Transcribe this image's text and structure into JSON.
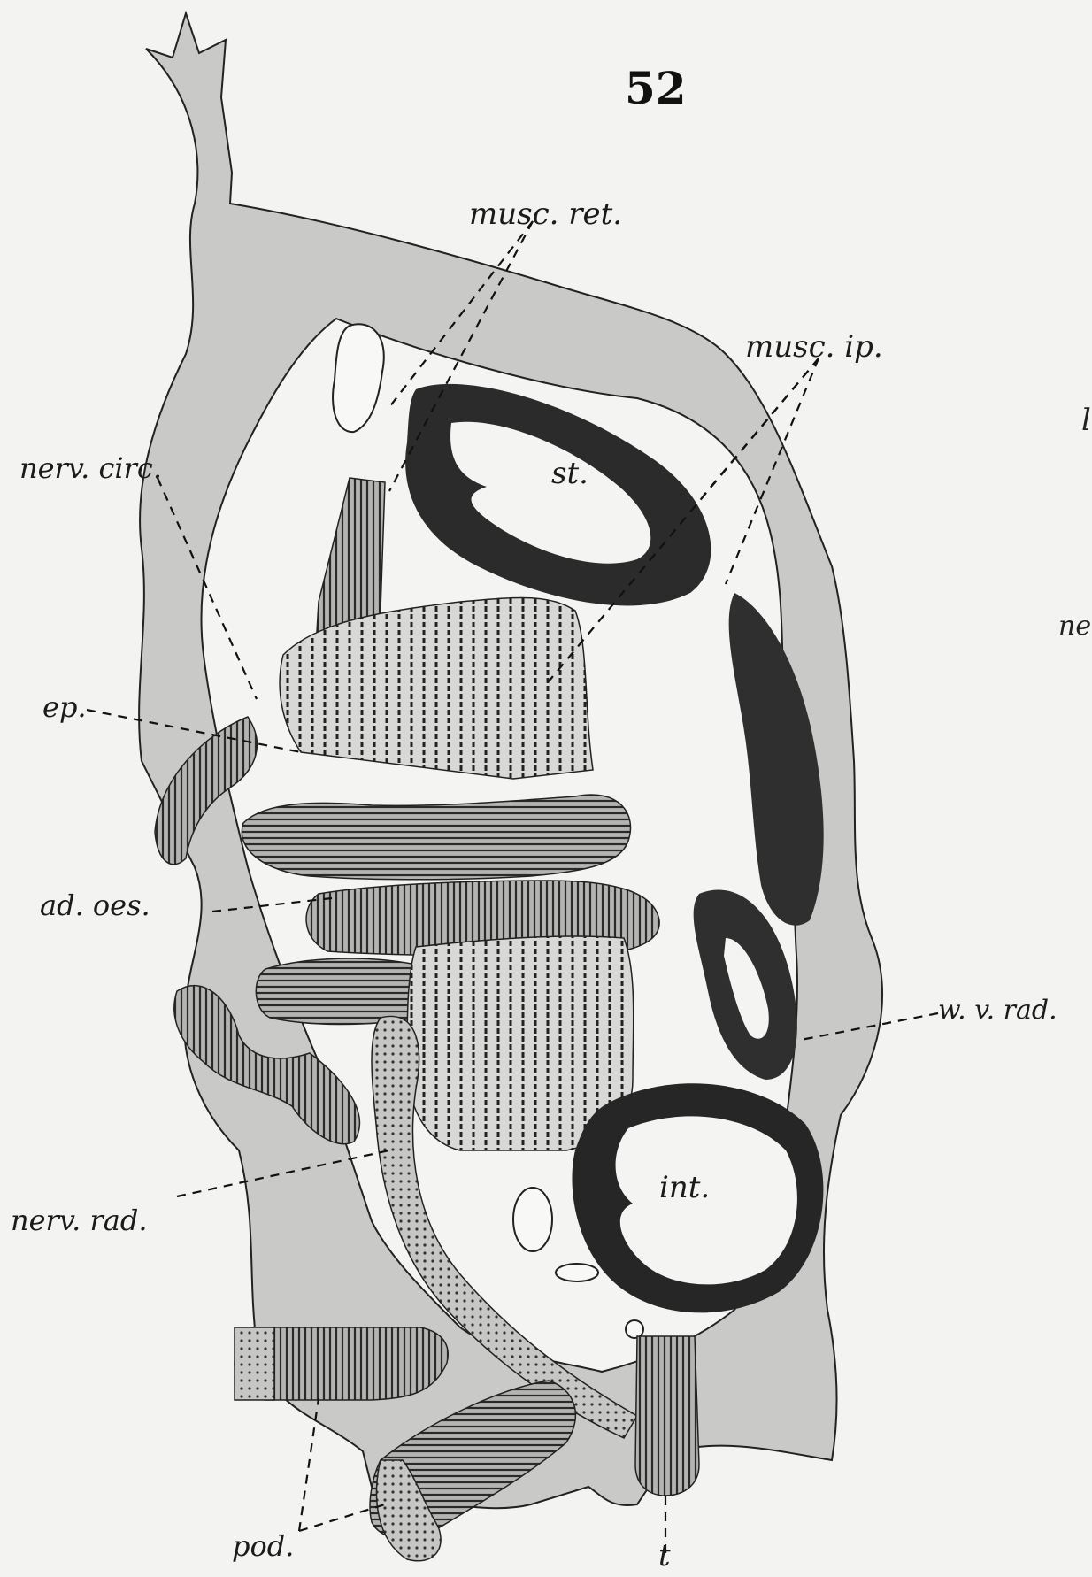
{
  "figure_number": "52",
  "labels": {
    "musc_ret": "musc. ret.",
    "musc_ip": "musc. ip.",
    "st": "st.",
    "nerv_circ": "nerv. circ.",
    "ep": "ep.",
    "ad_oes": "ad. oes.",
    "w_v_rad": "w. v. rad.",
    "int": "int.",
    "nerv_rad": "nerv. rad.",
    "pod": "pod.",
    "t": "t"
  },
  "edge_fragments": {
    "right_top": "l",
    "right_mid": "ne"
  },
  "colors": {
    "background": "#f3f3f1",
    "tissue_light": "#c9c9c7",
    "tissue_dark": "#2b2b2b",
    "ink": "#1b1b1b"
  }
}
